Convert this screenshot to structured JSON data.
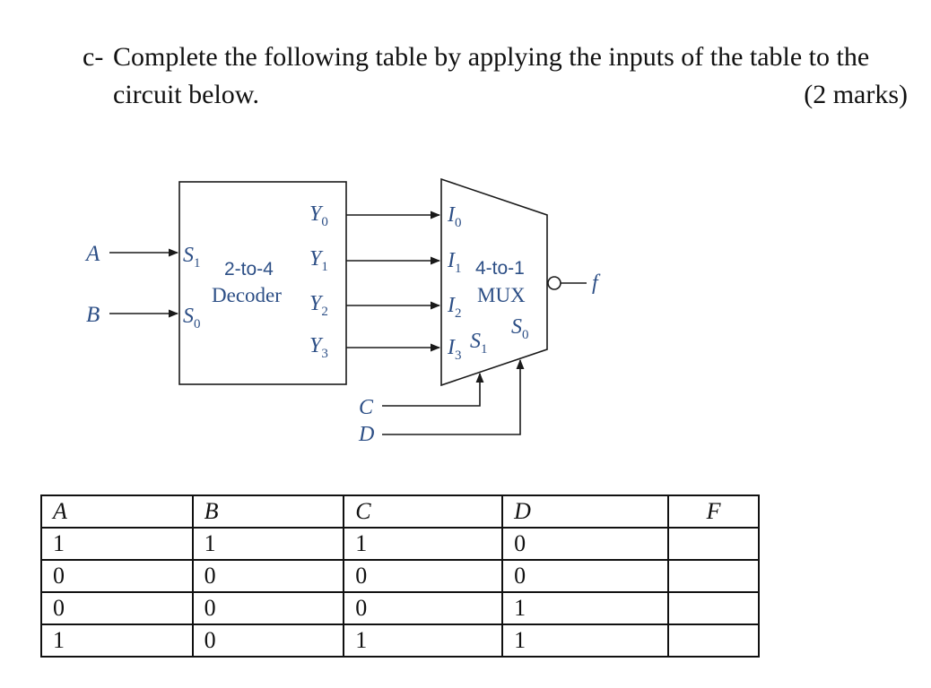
{
  "question": {
    "marker": "c-",
    "line1": "Complete the following table by applying the inputs of the table to the",
    "line2": "circuit below.",
    "marks": "(2 marks)"
  },
  "circuit": {
    "input_a": "A",
    "input_b": "B",
    "decoder": {
      "title_line1": "2-to-4",
      "title_line2": "Decoder",
      "s1": "S",
      "s1_sub": "1",
      "s0": "S",
      "s0_sub": "0",
      "outputs": [
        {
          "label": "Y",
          "sub": "0"
        },
        {
          "label": "Y",
          "sub": "1"
        },
        {
          "label": "Y",
          "sub": "2"
        },
        {
          "label": "Y",
          "sub": "3"
        }
      ]
    },
    "mux": {
      "title_line1": "4-to-1",
      "title_line2": "MUX",
      "inputs": [
        {
          "label": "I",
          "sub": "0"
        },
        {
          "label": "I",
          "sub": "1"
        },
        {
          "label": "I",
          "sub": "2"
        },
        {
          "label": "I",
          "sub": "3"
        }
      ],
      "s1": "S",
      "s1_sub": "1",
      "s0": "S",
      "s0_sub": "0"
    },
    "input_c": "C",
    "input_d": "D",
    "output": "f"
  },
  "table": {
    "headers": [
      "A",
      "B",
      "C",
      "D",
      "F"
    ],
    "rows": [
      [
        "1",
        "1",
        "1",
        "0",
        ""
      ],
      [
        "0",
        "0",
        "0",
        "0",
        ""
      ],
      [
        "0",
        "0",
        "0",
        "1",
        ""
      ],
      [
        "1",
        "0",
        "1",
        "1",
        ""
      ]
    ]
  }
}
